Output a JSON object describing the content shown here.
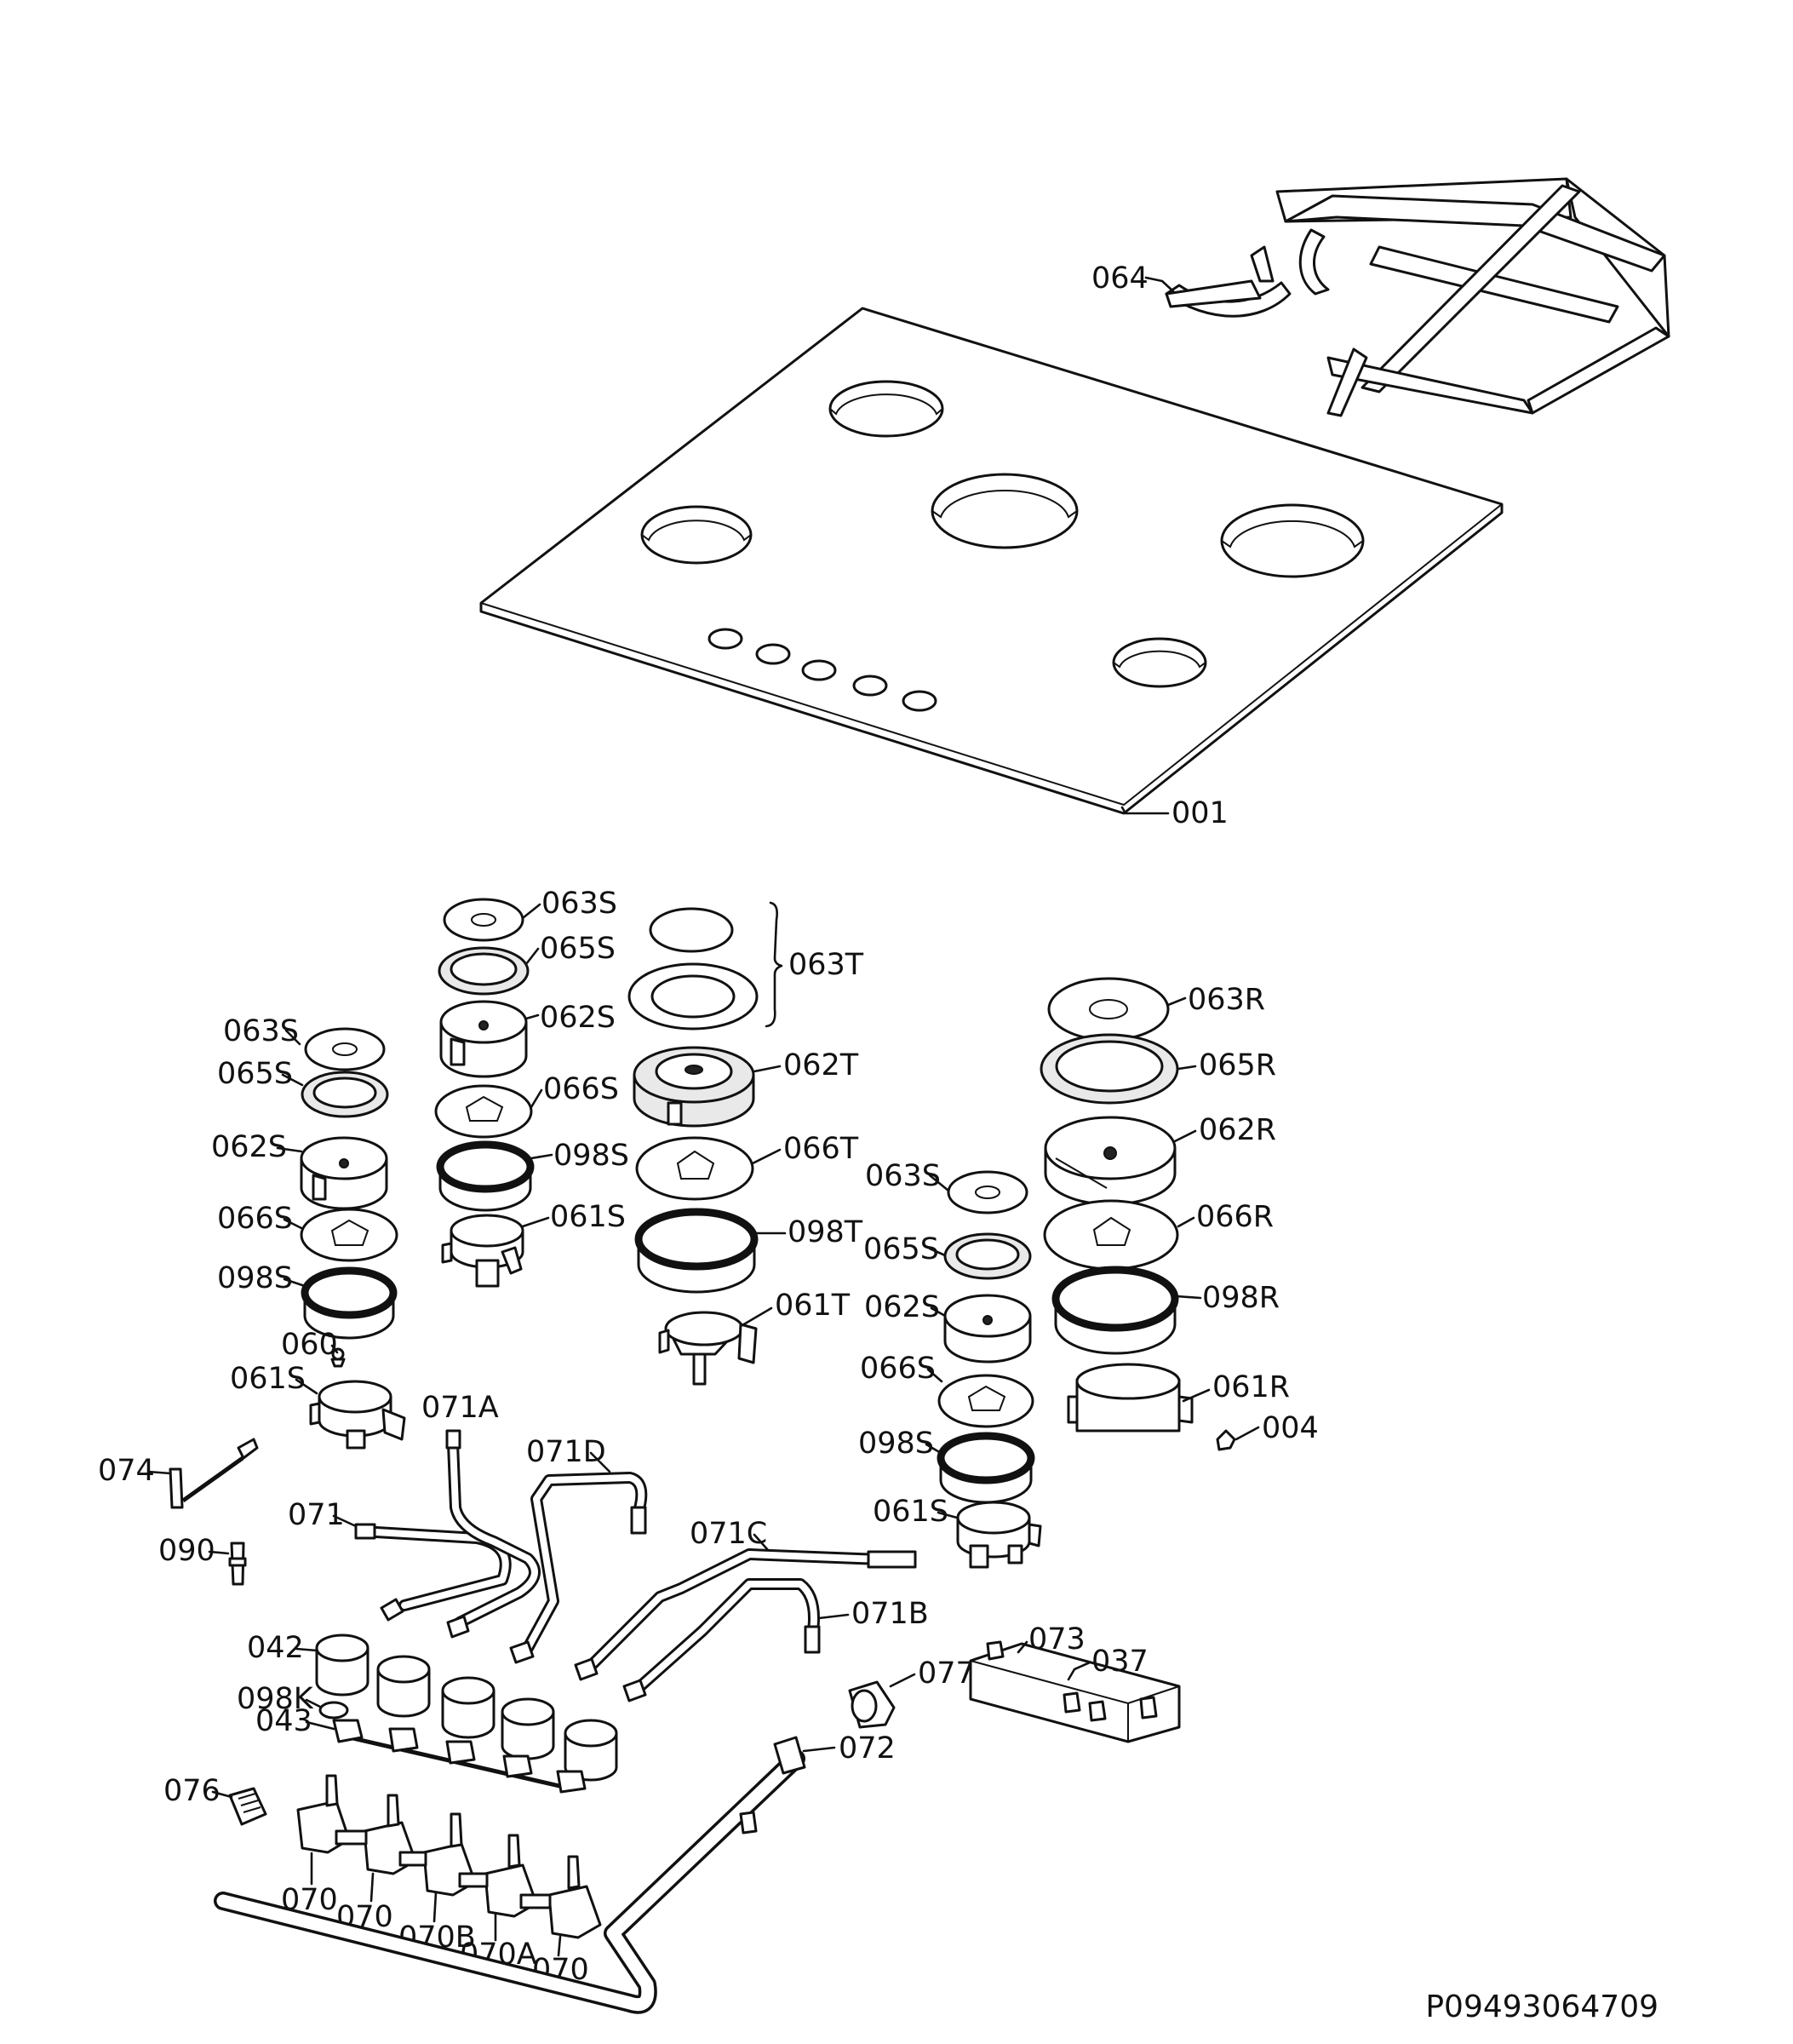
{
  "drawing_number": "P09493064709",
  "labels": {
    "l064": "064",
    "l001": "001",
    "l063S_a": "063S",
    "l065S_a": "065S",
    "l062S_a": "062S",
    "l066S_a": "066S",
    "l098S_a": "098S",
    "l061S_a": "061S",
    "l063S_b": "063S",
    "l065S_b": "065S",
    "l062S_b": "062S",
    "l066S_b": "066S",
    "l098S_b": "098S",
    "l060": "060",
    "l061S_b": "061S",
    "l063T": "063T",
    "l062T": "062T",
    "l066T": "066T",
    "l098T": "098T",
    "l061T": "061T",
    "l063R": "063R",
    "l065R": "065R",
    "l062R": "062R",
    "l066R": "066R",
    "l098R": "098R",
    "l061R": "061R",
    "l004": "004",
    "l063S_c": "063S",
    "l065S_c": "065S",
    "l062S_c": "062S",
    "l066S_c": "066S",
    "l098S_c": "098S",
    "l061S_c": "061S",
    "l074": "074",
    "l090": "090",
    "l071": "071",
    "l071A": "071A",
    "l071D": "071D",
    "l071C": "071C",
    "l071B": "071B",
    "l042": "042",
    "l098K": "098K",
    "l043": "043",
    "l076": "076",
    "l077": "077",
    "l073": "073",
    "l037": "037",
    "l072": "072",
    "l070_a": "070",
    "l070_b": "070",
    "l070B": "070B",
    "l070A": "070A",
    "l070_c": "070"
  }
}
